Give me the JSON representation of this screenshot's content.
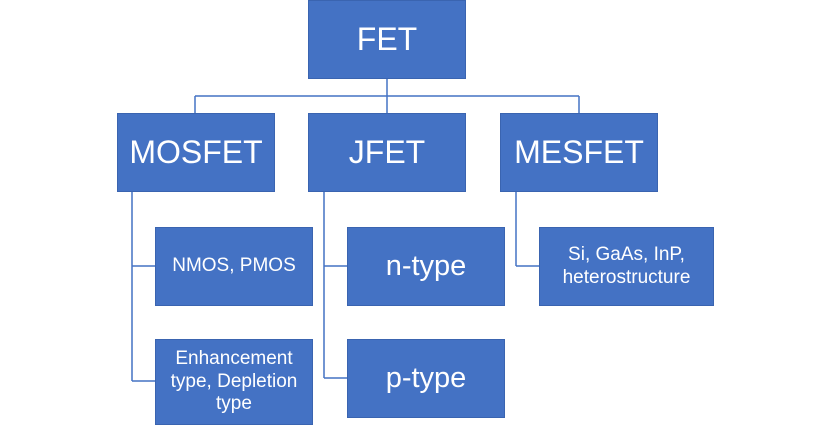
{
  "diagram": {
    "root": {
      "label": "FET"
    },
    "children": [
      {
        "label": "MOSFET"
      },
      {
        "label": "JFET"
      },
      {
        "label": "MESFET"
      }
    ],
    "mosfet_children": [
      {
        "label": "NMOS, PMOS"
      },
      {
        "label": "Enhancement type, Depletion type"
      }
    ],
    "jfet_children": [
      {
        "label": "n-type"
      },
      {
        "label": "p-type"
      }
    ],
    "mesfet_children": [
      {
        "label": "Si, GaAs, InP, heterostructure"
      }
    ],
    "colors": {
      "node_fill": "#4472c4",
      "node_text": "#ffffff",
      "connector": "#4472c4",
      "background": "#ffffff"
    }
  }
}
